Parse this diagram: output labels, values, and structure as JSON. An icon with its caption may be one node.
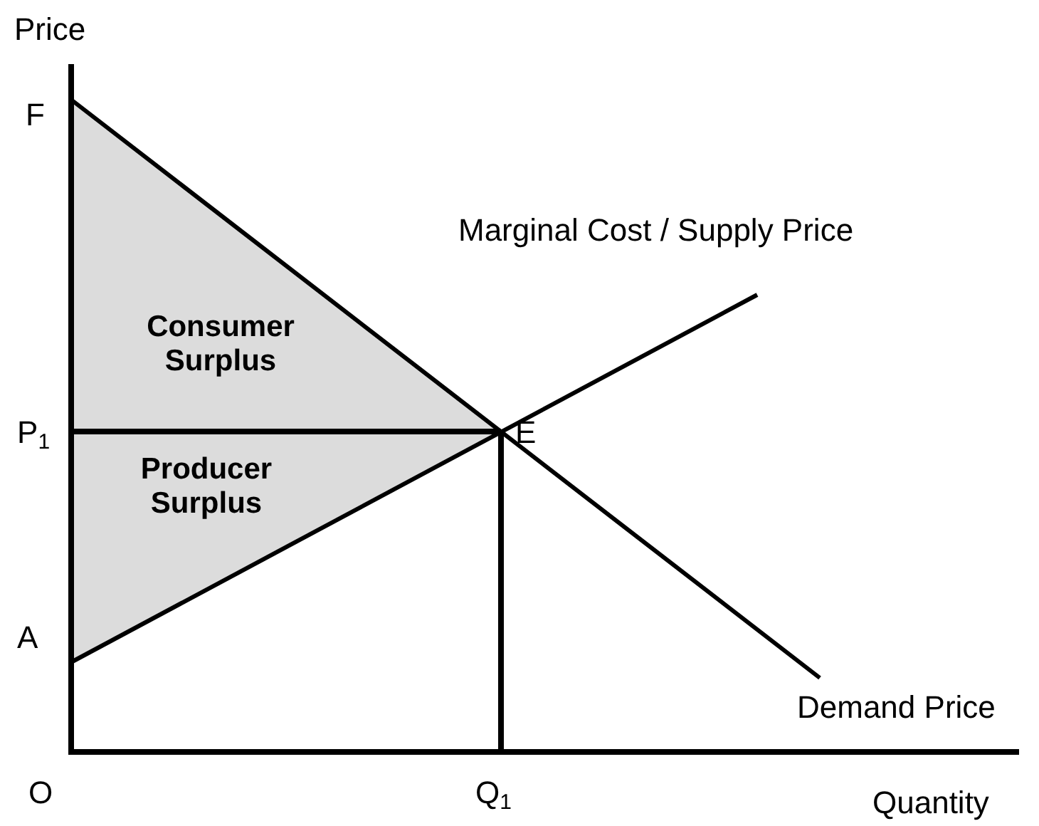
{
  "diagram": {
    "nodes": [
      {
        "text": [
          "Consumer Surplus"
        ]
      },
      {
        "text": [
          "Producer Surplus"
        ]
      }
    ],
    "labels": [
      "Price",
      "F",
      "Marginal Cost / Supply Price",
      "P$_{1}$",
      "E",
      "A",
      "Demand Price",
      "O",
      "Q$_{1}$",
      "Quantity"
    ]
  }
}
